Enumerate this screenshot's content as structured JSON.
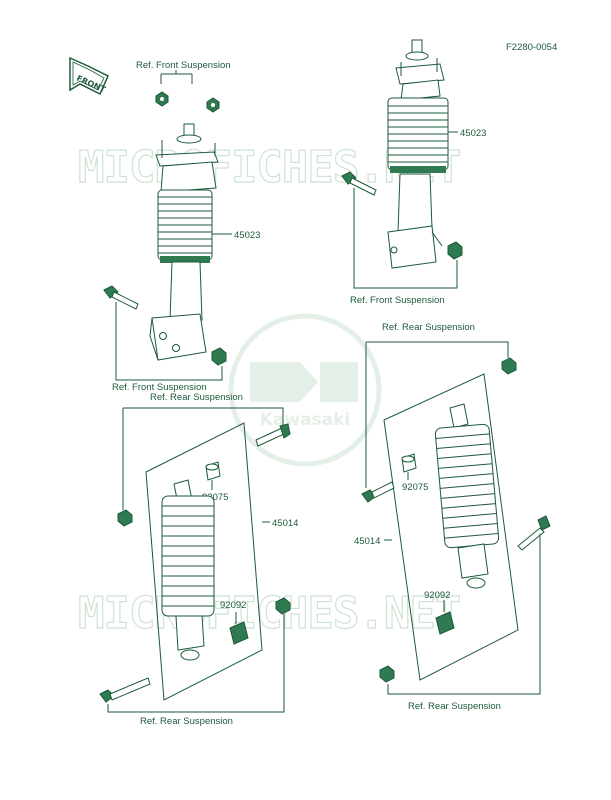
{
  "diagram": {
    "code": "F2280-0054",
    "front_arrow": "FRONT",
    "watermark": "MICROFICHES.NET",
    "logo_text": "Kawasaki",
    "ref_front_suspension": "Ref. Front Suspension",
    "ref_rear_suspension": "Ref. Rear Suspension",
    "part_45023": "45023",
    "part_45014": "45014",
    "part_92075": "92075",
    "part_92092": "92092"
  },
  "colors": {
    "ink": "#1d5a3a",
    "watermark": "#cfe3d4"
  }
}
